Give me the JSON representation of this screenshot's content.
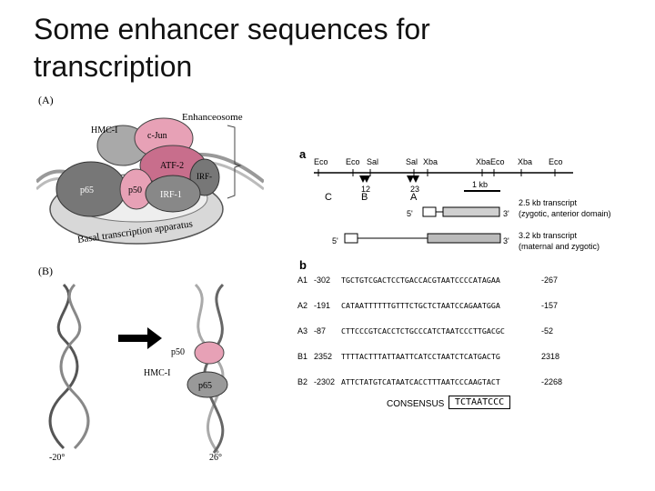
{
  "slide_title": "Some enhancer sequences for transcription",
  "figure_a": {
    "panel_label": "(A)",
    "enhanceosome_label": "Enhanceosome",
    "proteins": [
      "HMC-I",
      "c-Jun",
      "ATF-2",
      "IRF-",
      "p65",
      "p50",
      "IRF-1"
    ],
    "ring_label": "Basal transcription apparatus"
  },
  "figure_b": {
    "panel_label": "(B)",
    "labels": [
      "p50",
      "HMC-I",
      "p65"
    ],
    "angles": [
      "-20°",
      "26°"
    ]
  },
  "map": {
    "panel_label": "a",
    "sites": [
      "Eco",
      "Eco",
      "Sal",
      "Sal",
      "Xba",
      "Xba",
      "Eco",
      "Xba",
      "Eco"
    ],
    "positions": [
      "12",
      "23"
    ],
    "element_letters": [
      "C",
      "B",
      "A"
    ],
    "scale": "1 kb",
    "transcripts": [
      {
        "five": "5'",
        "three": "3'",
        "name": "2.5 kb transcript",
        "desc": "(zygotic, anterior domain)"
      },
      {
        "five": "5'",
        "three": "3'",
        "name": "3.2 kb transcript",
        "desc": "(maternal and zygotic)"
      }
    ]
  },
  "sequences": {
    "panel_label": "b",
    "rows": [
      {
        "id": "A1",
        "start": "-302",
        "seq": "TGCTGTCGACTCCTGACCACGTAATCCCCATAGAA",
        "end": "-267"
      },
      {
        "id": "A2",
        "start": "-191",
        "seq": "CATAATTTTTTGTTTCTGCTCTAATCCAGAATGGA",
        "end": "-157"
      },
      {
        "id": "A3",
        "start": "-87",
        "seq": "CTTCCCGTCACCTCTGCCCATCTAATCCCTTGACGC",
        "end": "-52"
      },
      {
        "id": "B1",
        "start": "2352",
        "seq": "TTTTACTTTATTAATTCATCCTAATCTCATGACTG",
        "end": "2318"
      },
      {
        "id": "B2",
        "start": "-2302",
        "seq": "ATTCTATGTCATAATCACCTTTAATCCCAAGTACT",
        "end": "-2268"
      }
    ],
    "consensus_label": "CONSENSUS",
    "consensus_seq": "TCTAATCCC"
  }
}
